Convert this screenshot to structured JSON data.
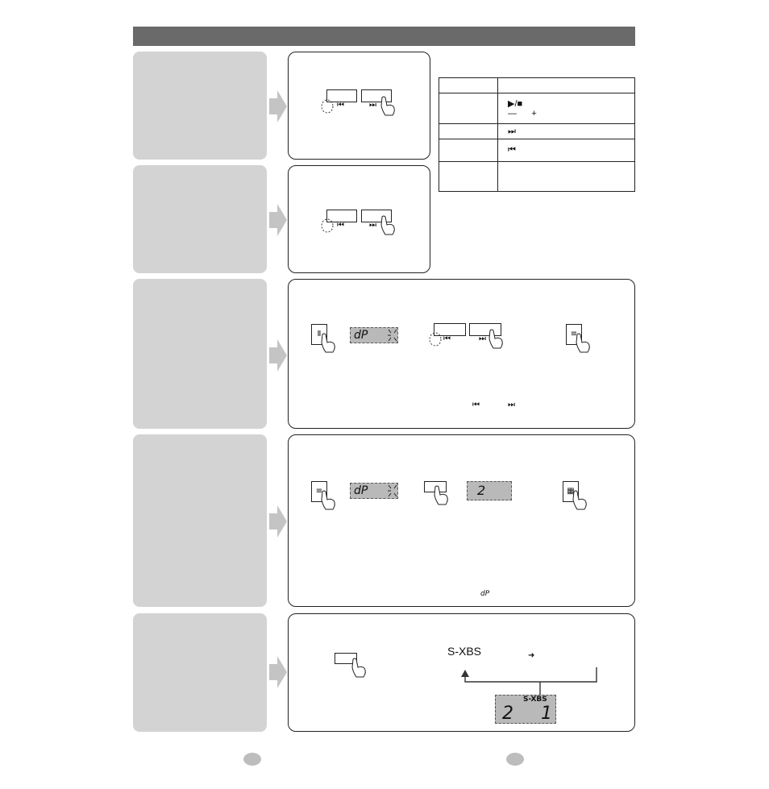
{
  "sections": [
    {
      "id": "sec1",
      "side_text": ""
    },
    {
      "id": "sec2",
      "side_text": ""
    },
    {
      "id": "sec3",
      "side_text": ""
    },
    {
      "id": "sec4",
      "side_text": ""
    },
    {
      "id": "sec5",
      "side_text": ""
    }
  ],
  "icons": {
    "prev": "⏮",
    "next": "⏭",
    "play_stop": "▶/■",
    "minus": "—",
    "plus": "+",
    "arrow_right": "➜",
    "pause_key": "Ⅱ",
    "menu_key": "≡",
    "grid_key": "▦"
  },
  "function_table": {
    "rows": [
      {
        "left": "",
        "right": []
      },
      {
        "left": "",
        "right": [
          "▶/■",
          "—      +"
        ]
      },
      {
        "left": "",
        "right": [
          "⏭"
        ]
      },
      {
        "left": "",
        "right": [
          "⏮"
        ]
      },
      {
        "left": "",
        "right": []
      }
    ]
  },
  "panel3": {
    "lcd_text": "dP",
    "inline_icons": [
      "⏮",
      "⏭"
    ]
  },
  "panel4": {
    "lcd_text": "dP",
    "lcd2_text": "2",
    "footnote_glyph": "dP"
  },
  "panel5": {
    "sxbs_label": "S-XBS",
    "lcd_label": "S-XBS",
    "lcd_left": "2",
    "lcd_right": "1"
  },
  "colors": {
    "header": "#6a6a6a",
    "side": "#d3d3d3",
    "lcd": "#b9b9b9"
  }
}
